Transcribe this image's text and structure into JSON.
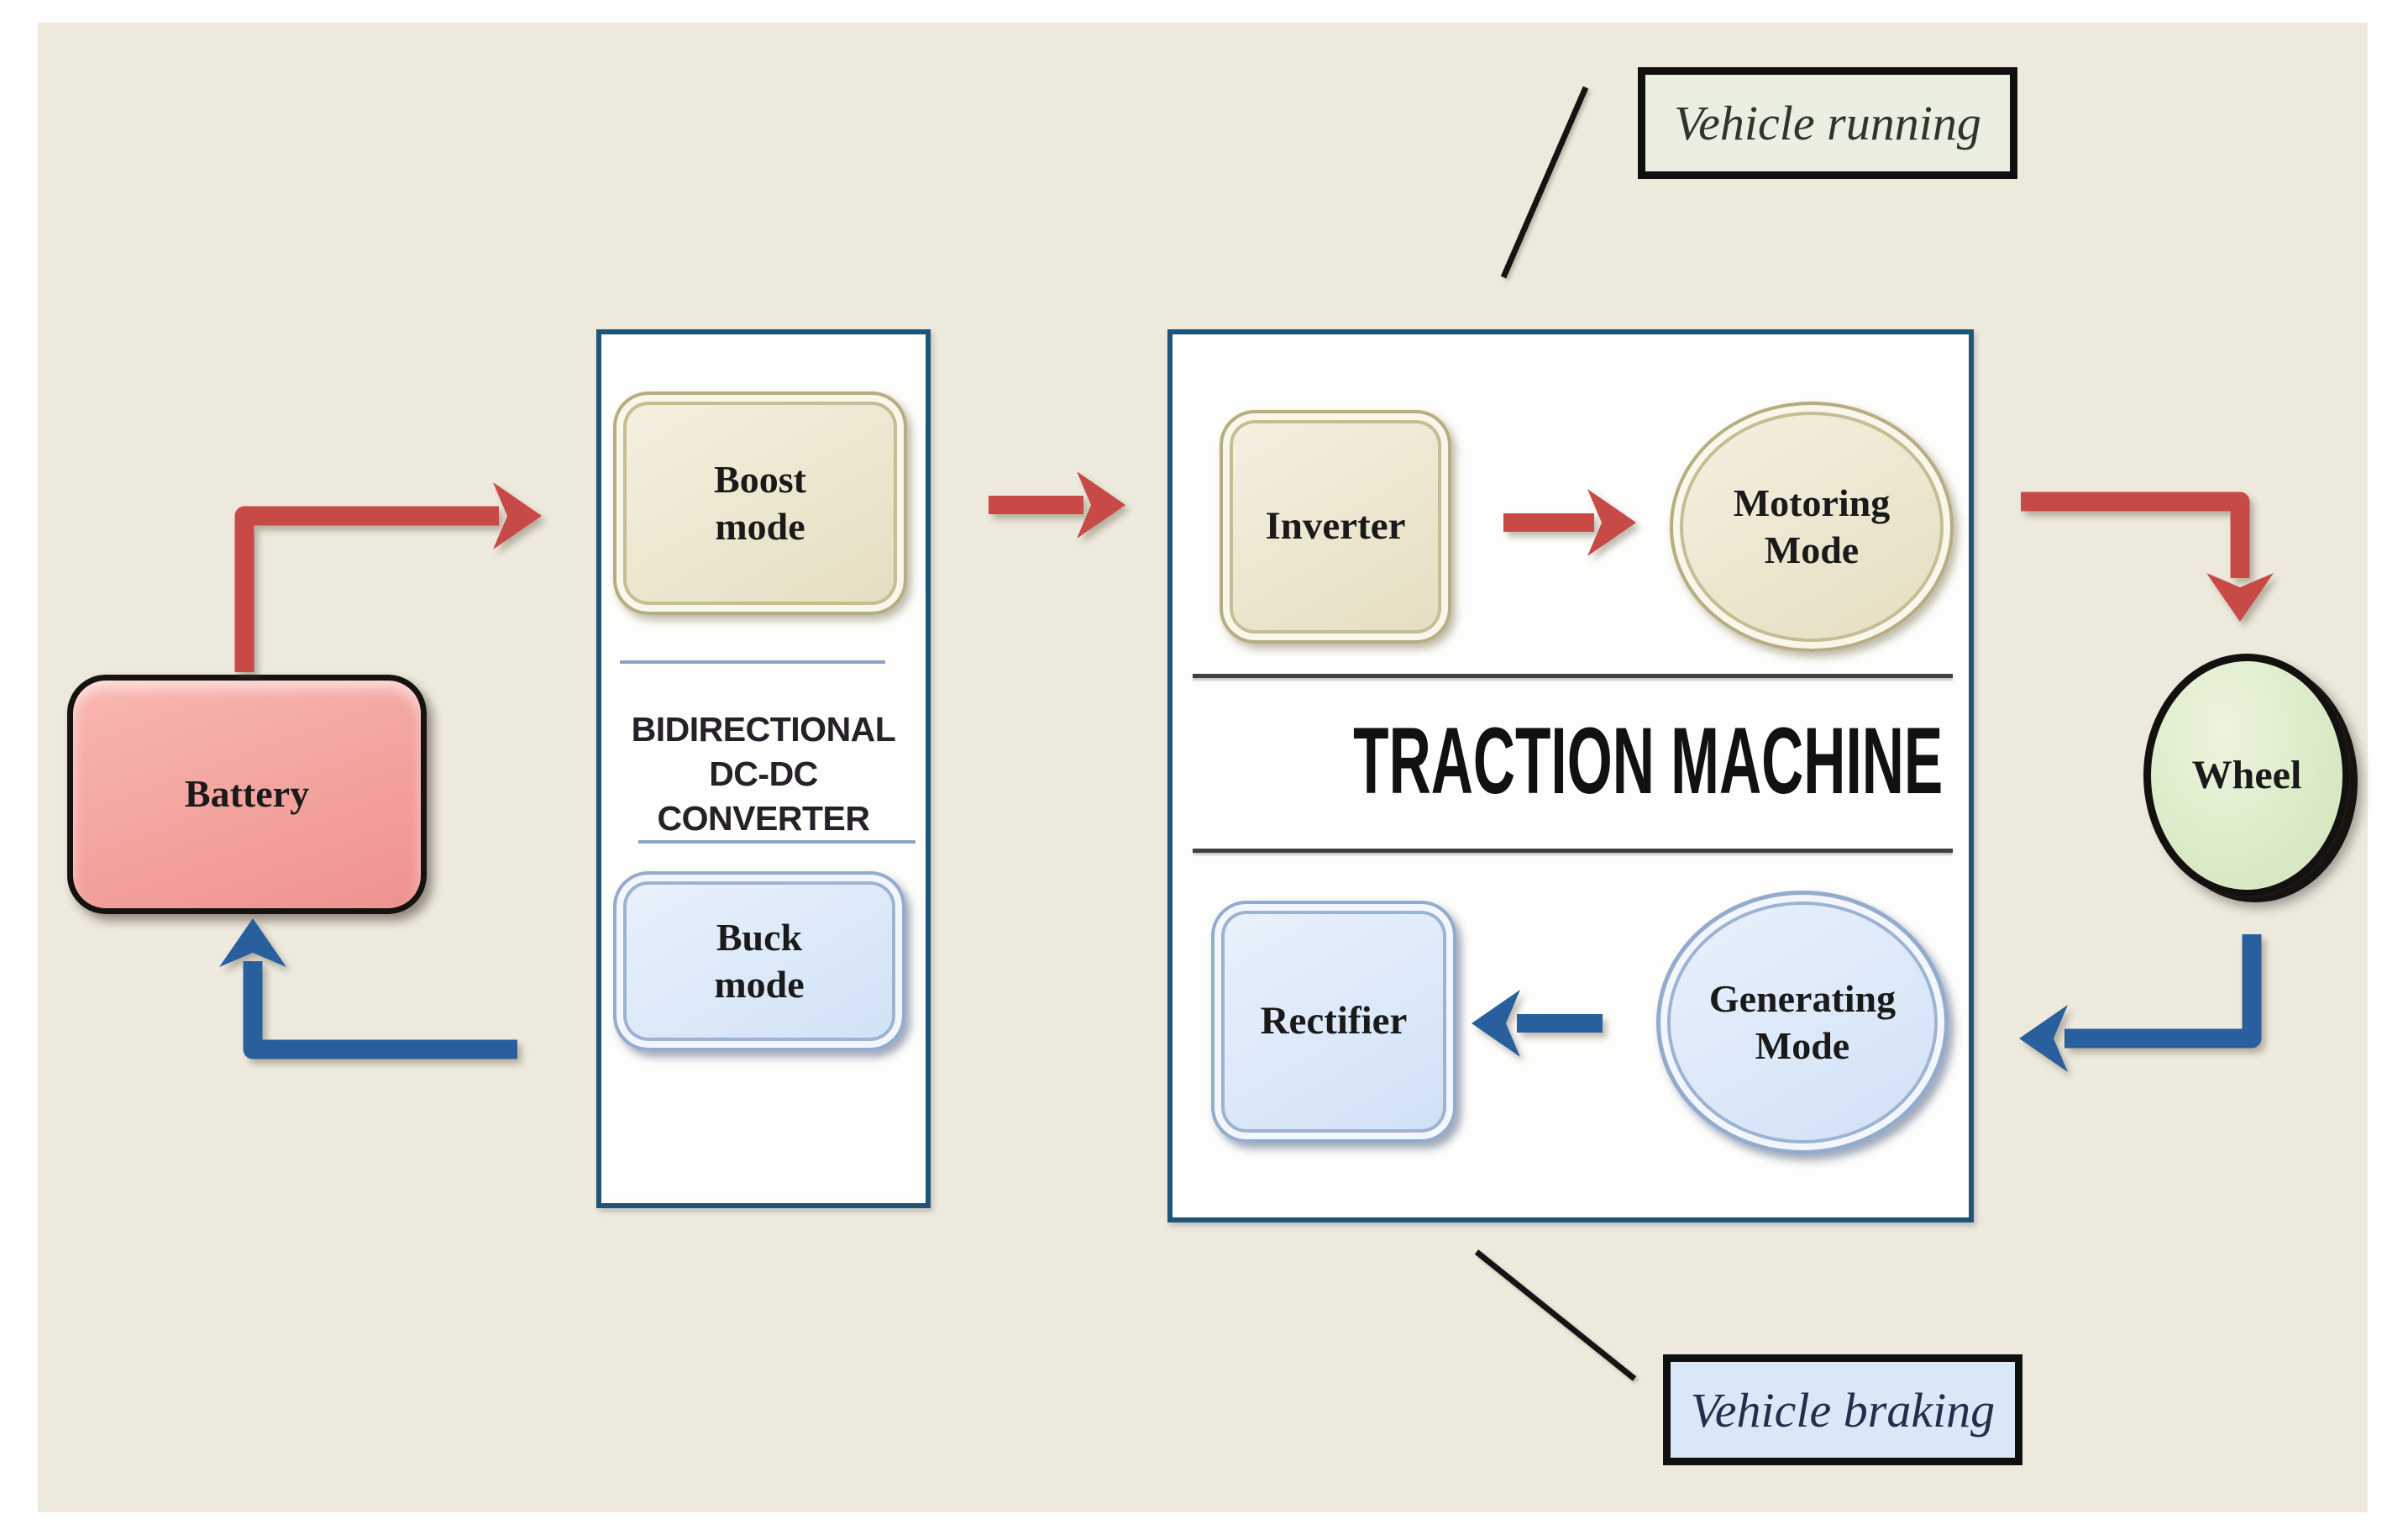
{
  "colors": {
    "surface": "#edeadd",
    "page-bg": "#ffffff",
    "red-arrow": "#c84a47",
    "blue-arrow": "#2a5f9e",
    "frame-border": "#1d5578",
    "tan-border": "#b6ad80",
    "tan-fill": "#eee9d6",
    "blue-node-border": "#93abcd",
    "blue-node-fill": "#dce9f8",
    "battery-fill": "#f4a29e",
    "wheel-fill": "#dfedcb",
    "running-fill": "#ebefe2",
    "braking-fill": "#d9e7f6",
    "ink": "#1a1a1a",
    "navy-ink": "#1c2742",
    "callout-line": "#141414"
  },
  "battery": {
    "label": "Battery"
  },
  "converter": {
    "title_lines": [
      "BIDIRECTIONAL",
      "DC-DC",
      "CONVERTER"
    ],
    "boost": [
      "Boost",
      "mode"
    ],
    "buck": [
      "Buck",
      "mode"
    ]
  },
  "traction": {
    "title": "TRACTION MACHINE",
    "inverter": "Inverter",
    "motoring": [
      "Motoring",
      "Mode"
    ],
    "rectifier": "Rectifier",
    "generating": [
      "Generating",
      "Mode"
    ]
  },
  "wheel": {
    "label": "Wheel"
  },
  "callouts": {
    "running": "Vehicle running",
    "braking": "Vehicle braking"
  }
}
